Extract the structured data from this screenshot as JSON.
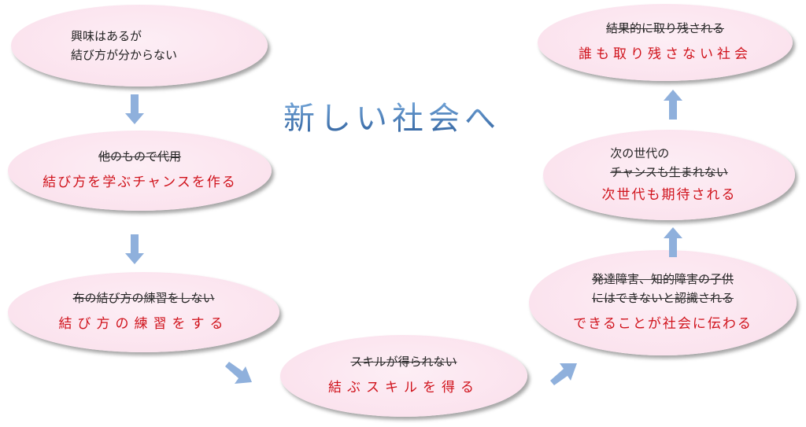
{
  "title": "新しい社会へ",
  "colors": {
    "bubble": "#fbe3ee",
    "old_text": "#222222",
    "new_text": "#d0121b",
    "arrow": "#8fb0dc",
    "title": "#3f7cc0"
  },
  "bubbles": [
    {
      "old": [
        "興味はあるが",
        "結び方が分からない"
      ]
    },
    {
      "old": [
        "他のもので代用"
      ],
      "new": "結び方を学ぶチャンスを作る"
    },
    {
      "old": [
        "布の結び方の練習をしない"
      ],
      "new": "結び方の練習をする"
    },
    {
      "old": [
        "スキルが得られない"
      ],
      "new": "結ぶスキルを得る"
    },
    {
      "old": [
        "発達障害、知的障害の子供",
        "にはできないと認識される"
      ],
      "new": "できることが社会に伝わる"
    },
    {
      "old": [
        "次の世代の",
        "チャンスも生まれない"
      ],
      "new": "次世代も期待される"
    },
    {
      "old": [
        "結果的に取り残される"
      ],
      "new": "誰も取り残さない社会"
    }
  ]
}
